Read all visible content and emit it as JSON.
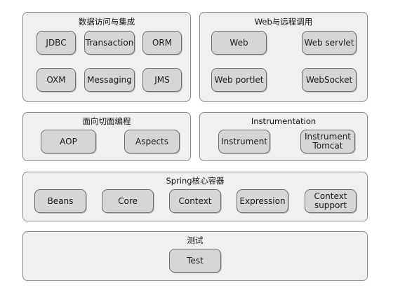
{
  "data_access": {
    "title": "数据访问与集成",
    "modules": [
      "JDBC",
      "Transaction",
      "ORM",
      "OXM",
      "Messaging",
      "JMS"
    ]
  },
  "web_remote": {
    "title": "Web与远程调用",
    "modules": [
      "Web",
      "Web servlet",
      "Web portlet",
      "WebSocket"
    ]
  },
  "aop": {
    "title": "面向切面编程",
    "modules": [
      "AOP",
      "Aspects"
    ]
  },
  "instrumentation": {
    "title": "Instrumentation",
    "modules": [
      "Instrument",
      "Instrument\nTomcat"
    ]
  },
  "core_container": {
    "title": "Spring核心容器",
    "modules": [
      "Beans",
      "Core",
      "Context",
      "Expression",
      "Context\nsupport"
    ]
  },
  "test": {
    "title": "测试",
    "modules": [
      "Test"
    ]
  }
}
